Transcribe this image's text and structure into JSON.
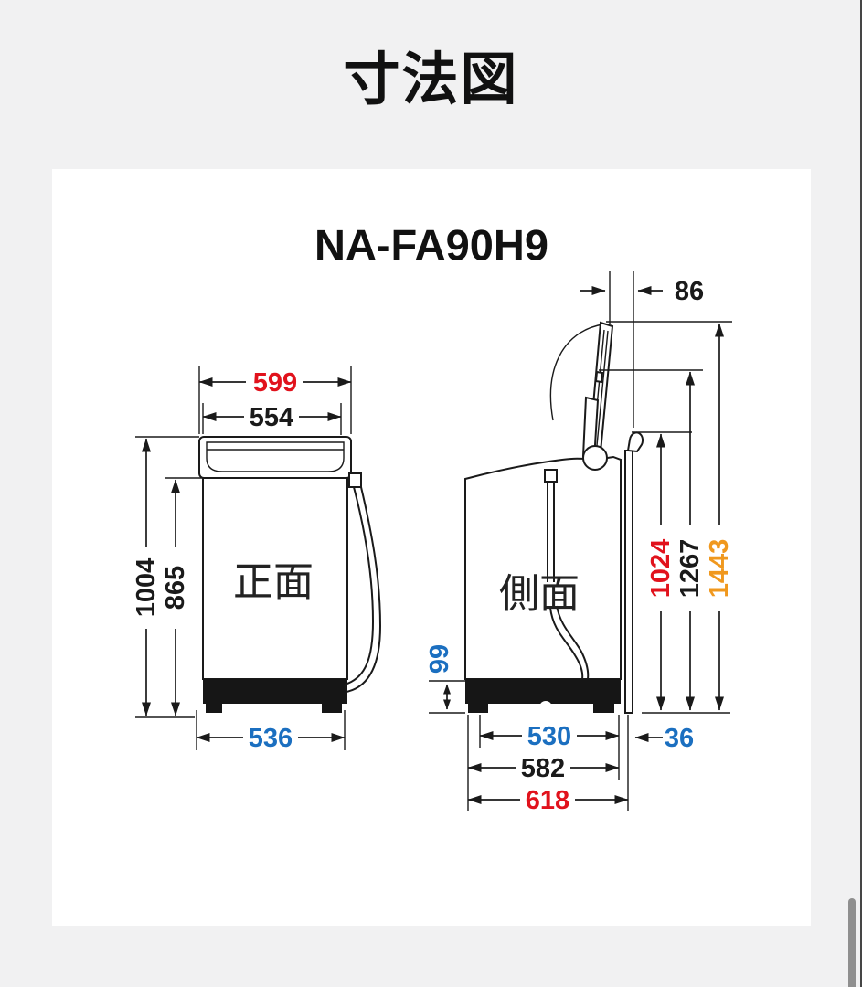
{
  "page": {
    "title": "寸法図"
  },
  "diagram": {
    "model": "NA-FA90H9",
    "front_view_label": "正面",
    "side_view_label": "側面",
    "dims": {
      "front_outer_width": "599",
      "front_lid_width": "554",
      "front_total_height": "1004",
      "front_body_height": "865",
      "front_base_width": "536",
      "side_lid_to_rear_gap": "86",
      "side_hook_height": "1024",
      "side_lid_mid_height": "1267",
      "side_lid_top_height": "1443",
      "side_base_height": "99",
      "side_foot_span": "530",
      "side_body_depth": "582",
      "side_total_depth": "618",
      "side_rear_clearance": "36"
    },
    "colors": {
      "dimension_red": "#e1121c",
      "dimension_blue": "#1b6fc0",
      "dimension_orange": "#f0981e",
      "line_black": "#1a1a1a",
      "page_background": "#f1f1f2",
      "card_background": "#ffffff"
    }
  }
}
